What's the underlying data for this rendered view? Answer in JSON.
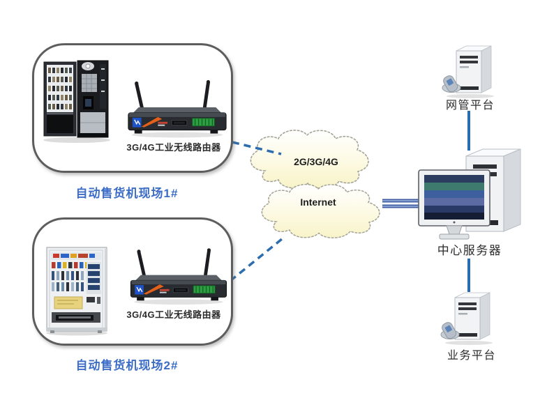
{
  "sites": [
    {
      "label": "自动售货机现场1#",
      "router_label": "3G/4G工业无线路由器"
    },
    {
      "label": "自动售货机现场2#",
      "router_label": "3G/4G工业无线路由器"
    }
  ],
  "cloud": {
    "cellular_label": "2G/3G/4G",
    "internet_label": "Internet"
  },
  "nodes": {
    "nms_label": "网管平台",
    "central_server_label": "中心服务器",
    "business_label": "业务平台"
  },
  "links": [
    {
      "from": "自动售货机现场1#",
      "to": "2G/3G/4G",
      "style": "dashed"
    },
    {
      "from": "自动售货机现场2#",
      "to": "2G/3G/4G",
      "style": "dashed"
    },
    {
      "from": "Internet",
      "to": "中心服务器",
      "style": "double-solid"
    },
    {
      "from": "网管平台",
      "to": "中心服务器",
      "style": "solid"
    },
    {
      "from": "中心服务器",
      "to": "业务平台",
      "style": "solid"
    }
  ],
  "icons": {
    "vending_machine": "vending-machine-icon",
    "wireless_router": "wireless-router-icon",
    "cellular_cloud": "cloud-icon",
    "internet_cloud": "cloud-icon",
    "platform_server": "server-tower-icon",
    "central_server": "desktop-computer-icon"
  },
  "colors": {
    "site_label": "#3b6cc7",
    "dashed_link": "#2d6dad",
    "backbone_link": "#3b5c9e",
    "vertical_link": "#2b6cb0",
    "cloud_fill": "#faf6d0",
    "cloud_outline": "#a3a396",
    "label_text": "#2b2b2b",
    "background": "#ffffff"
  }
}
